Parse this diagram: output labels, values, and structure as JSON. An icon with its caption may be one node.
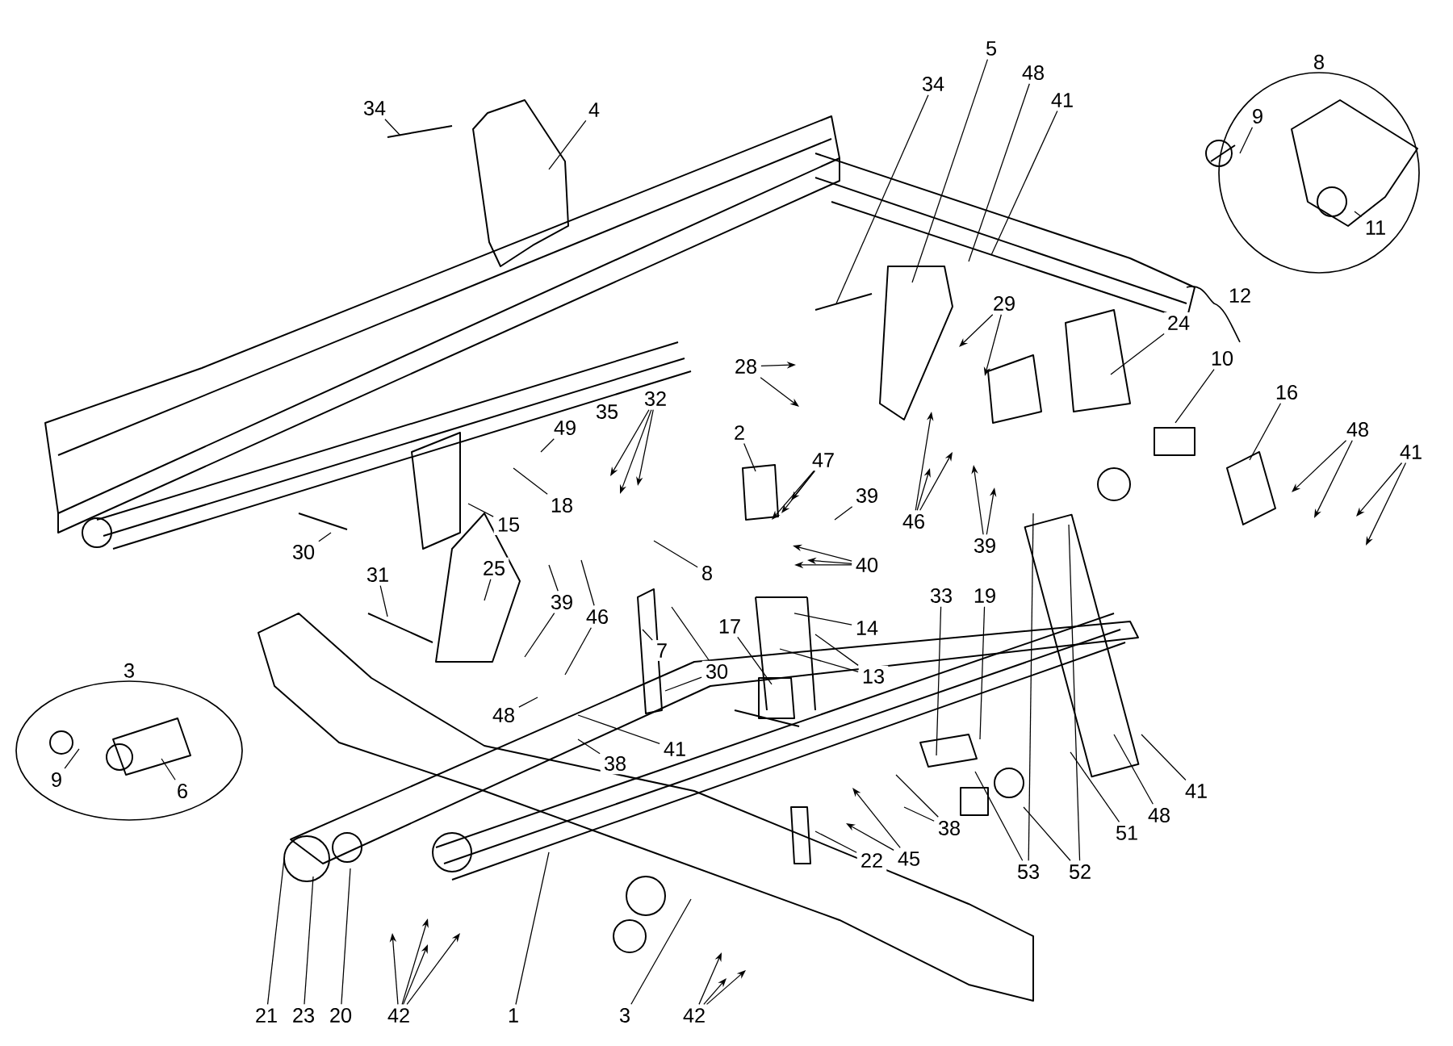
{
  "diagram": {
    "nodes": [
      {
        "text": [
          "34"
        ]
      },
      {
        "text": [
          "4"
        ]
      },
      {
        "text": [
          "34"
        ]
      },
      {
        "text": [
          "5"
        ]
      },
      {
        "text": [
          "48"
        ]
      },
      {
        "text": [
          "41"
        ]
      },
      {
        "text": [
          "8"
        ]
      },
      {
        "text": [
          "9"
        ],
        "in": 6
      },
      {
        "text": [
          "11"
        ],
        "in": 6
      },
      {
        "text": [
          "29"
        ]
      },
      {
        "text": [
          "24"
        ]
      },
      {
        "text": [
          "10"
        ]
      },
      {
        "text": [
          "16"
        ]
      },
      {
        "text": [
          "48"
        ]
      },
      {
        "text": [
          "41"
        ]
      },
      {
        "text": [
          "28"
        ]
      },
      {
        "text": [
          "32"
        ]
      },
      {
        "text": [
          "49"
        ]
      },
      {
        "text": [
          "18"
        ]
      },
      {
        "text": [
          "15"
        ]
      },
      {
        "text": [
          "2"
        ]
      },
      {
        "text": [
          "47"
        ]
      },
      {
        "text": [
          "39"
        ]
      },
      {
        "text": [
          "46"
        ]
      },
      {
        "text": [
          "39"
        ]
      },
      {
        "text": [
          "40"
        ]
      },
      {
        "text": [
          "8"
        ]
      },
      {
        "text": [
          "25"
        ]
      },
      {
        "text": [
          "30"
        ]
      },
      {
        "text": [
          "31"
        ]
      },
      {
        "text": [
          "39"
        ]
      },
      {
        "text": [
          "46"
        ]
      },
      {
        "text": [
          "7"
        ]
      },
      {
        "text": [
          "30"
        ]
      },
      {
        "text": [
          "17"
        ]
      },
      {
        "text": [
          "14"
        ]
      },
      {
        "text": [
          "13"
        ]
      },
      {
        "text": [
          "48"
        ]
      },
      {
        "text": [
          "41"
        ]
      },
      {
        "text": [
          "38"
        ]
      },
      {
        "text": [
          "33"
        ]
      },
      {
        "text": [
          "19"
        ]
      },
      {
        "text": [
          "22"
        ]
      },
      {
        "text": [
          "45"
        ]
      },
      {
        "text": [
          "38"
        ]
      },
      {
        "text": [
          "53"
        ]
      },
      {
        "text": [
          "52"
        ]
      },
      {
        "text": [
          "51"
        ]
      },
      {
        "text": [
          "48"
        ]
      },
      {
        "text": [
          "41"
        ]
      },
      {
        "text": [
          "3"
        ]
      },
      {
        "text": [
          "42"
        ]
      },
      {
        "text": [
          "1"
        ]
      },
      {
        "text": [
          "20"
        ]
      },
      {
        "text": [
          "23"
        ]
      },
      {
        "text": [
          "21"
        ]
      },
      {
        "text": [
          "42"
        ]
      },
      {
        "text": [
          "3"
        ]
      },
      {
        "text": [
          "9"
        ],
        "in": 57
      },
      {
        "text": [
          "6"
        ],
        "in": 57
      }
    ],
    "edges": [
      {
        "from": 0,
        "to": null,
        "arrow": "none"
      },
      {
        "from": 1,
        "to": null,
        "arrow": "none"
      },
      {
        "from": 2,
        "to": null,
        "arrow": "none"
      },
      {
        "from": 3,
        "to": null,
        "arrow": "none"
      },
      {
        "from": 4,
        "to": null,
        "arrow": "none"
      },
      {
        "from": 5,
        "to": null,
        "arrow": "none"
      },
      {
        "from": 7,
        "to": null,
        "arrow": "none"
      },
      {
        "from": 8,
        "to": null,
        "arrow": "none"
      },
      {
        "from": 9,
        "to": null,
        "arrow": "to"
      },
      {
        "from": 9,
        "to": null,
        "arrow": "to"
      },
      {
        "from": 10,
        "to": null,
        "arrow": "none"
      },
      {
        "from": 11,
        "to": null,
        "arrow": "none"
      },
      {
        "from": 12,
        "to": null,
        "arrow": "none"
      },
      {
        "from": 13,
        "to": null,
        "arrow": "to"
      },
      {
        "from": 13,
        "to": null,
        "arrow": "to"
      },
      {
        "from": 14,
        "to": null,
        "arrow": "to"
      },
      {
        "from": 14,
        "to": null,
        "arrow": "to"
      },
      {
        "from": 15,
        "to": null,
        "arrow": "to"
      },
      {
        "from": 15,
        "to": null,
        "arrow": "to"
      },
      {
        "from": 16,
        "to": null,
        "arrow": "to"
      },
      {
        "from": 16,
        "to": null,
        "arrow": "to"
      },
      {
        "from": 16,
        "to": null,
        "arrow": "to"
      },
      {
        "from": 17,
        "to": null,
        "arrow": "none"
      },
      {
        "from": 18,
        "to": null,
        "arrow": "none"
      },
      {
        "from": 19,
        "to": null,
        "arrow": "none"
      },
      {
        "from": 20,
        "to": null,
        "arrow": "none"
      },
      {
        "from": 21,
        "to": null,
        "arrow": "to"
      },
      {
        "from": 21,
        "to": null,
        "arrow": "to"
      },
      {
        "from": 21,
        "to": null,
        "arrow": "to"
      },
      {
        "from": 22,
        "to": null,
        "arrow": "none"
      },
      {
        "from": 23,
        "to": null,
        "arrow": "to"
      },
      {
        "from": 23,
        "to": null,
        "arrow": "to"
      },
      {
        "from": 23,
        "to": null,
        "arrow": "to"
      },
      {
        "from": 24,
        "to": null,
        "arrow": "to"
      },
      {
        "from": 24,
        "to": null,
        "arrow": "to"
      },
      {
        "from": 25,
        "to": null,
        "arrow": "to"
      },
      {
        "from": 25,
        "to": null,
        "arrow": "to"
      },
      {
        "from": 25,
        "to": null,
        "arrow": "to"
      },
      {
        "from": 26,
        "to": null,
        "arrow": "none"
      },
      {
        "from": 27,
        "to": null,
        "arrow": "none"
      },
      {
        "from": 28,
        "to": null,
        "arrow": "none"
      },
      {
        "from": 29,
        "to": null,
        "arrow": "none"
      },
      {
        "from": 30,
        "to": null,
        "arrow": "none"
      },
      {
        "from": 30,
        "to": null,
        "arrow": "none"
      },
      {
        "from": 31,
        "to": null,
        "arrow": "none"
      },
      {
        "from": 31,
        "to": null,
        "arrow": "none"
      },
      {
        "from": 32,
        "to": null,
        "arrow": "none"
      },
      {
        "from": 33,
        "to": null,
        "arrow": "none"
      },
      {
        "from": 33,
        "to": null,
        "arrow": "none"
      },
      {
        "from": 34,
        "to": null,
        "arrow": "none"
      },
      {
        "from": 35,
        "to": null,
        "arrow": "none"
      },
      {
        "from": 36,
        "to": null,
        "arrow": "none"
      },
      {
        "from": 36,
        "to": null,
        "arrow": "none"
      },
      {
        "from": 37,
        "to": null,
        "arrow": "none"
      },
      {
        "from": 38,
        "to": null,
        "arrow": "none"
      },
      {
        "from": 39,
        "to": null,
        "arrow": "none"
      },
      {
        "from": 40,
        "to": null,
        "arrow": "none"
      },
      {
        "from": 41,
        "to": null,
        "arrow": "none"
      },
      {
        "from": 42,
        "to": null,
        "arrow": "none"
      },
      {
        "from": 43,
        "to": null,
        "arrow": "to"
      },
      {
        "from": 43,
        "to": null,
        "arrow": "to"
      },
      {
        "from": 44,
        "to": null,
        "arrow": "none"
      },
      {
        "from": 44,
        "to": null,
        "arrow": "none"
      },
      {
        "from": 45,
        "to": null,
        "arrow": "none"
      },
      {
        "from": 45,
        "to": null,
        "arrow": "none"
      },
      {
        "from": 46,
        "to": null,
        "arrow": "none"
      },
      {
        "from": 46,
        "to": null,
        "arrow": "none"
      },
      {
        "from": 47,
        "to": null,
        "arrow": "none"
      },
      {
        "from": 48,
        "to": null,
        "arrow": "none"
      },
      {
        "from": 49,
        "to": null,
        "arrow": "none"
      },
      {
        "from": 50,
        "to": null,
        "arrow": "none"
      },
      {
        "from": 51,
        "to": null,
        "arrow": "to"
      },
      {
        "from": 51,
        "to": null,
        "arrow": "to"
      },
      {
        "from": 51,
        "to": null,
        "arrow": "to"
      },
      {
        "from": 52,
        "to": null,
        "arrow": "none"
      },
      {
        "from": 53,
        "to": null,
        "arrow": "none"
      },
      {
        "from": 54,
        "to": null,
        "arrow": "none"
      },
      {
        "from": 55,
        "to": null,
        "arrow": "none"
      },
      {
        "from": 56,
        "to": null,
        "arrow": "to"
      },
      {
        "from": 56,
        "to": null,
        "arrow": "to"
      },
      {
        "from": 56,
        "to": null,
        "arrow": "to"
      },
      {
        "from": 56,
        "to": null,
        "arrow": "to"
      },
      {
        "from": 58,
        "to": null,
        "arrow": "none"
      },
      {
        "from": 59,
        "to": null,
        "arrow": "none"
      }
    ],
    "labels": [
      "12",
      "35"
    ]
  }
}
